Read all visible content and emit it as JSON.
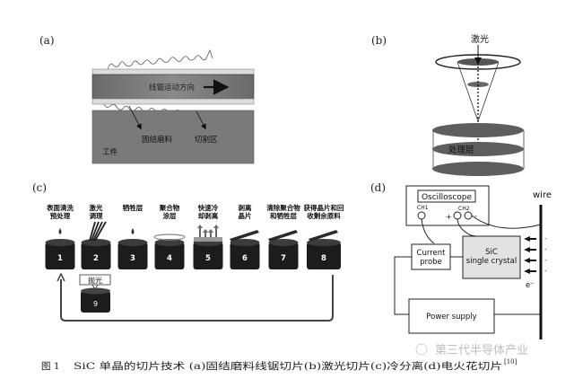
{
  "panels": {
    "a": {
      "label": "(a)",
      "wire_direction": "线锯运动方向",
      "abrasive": "固结磨料",
      "cut_zone": "切割区",
      "workpiece": "工件"
    },
    "b": {
      "label": "(b)",
      "laser": "激光",
      "processed_layer": "处理层"
    },
    "c": {
      "label": "(c)",
      "steps": [
        {
          "num": "1",
          "line1": "表面清洗",
          "line2": "预处理"
        },
        {
          "num": "2",
          "line1": "激光",
          "line2": "调理"
        },
        {
          "num": "3",
          "line1": "牺牲层",
          "line2": ""
        },
        {
          "num": "4",
          "line1": "聚合物",
          "line2": "涂层"
        },
        {
          "num": "5",
          "line1": "快速冷",
          "line2": "却剥离"
        },
        {
          "num": "6",
          "line1": "剥离",
          "line2": "晶片"
        },
        {
          "num": "7",
          "line1": "清除聚合物",
          "line2": "和牺牲层"
        },
        {
          "num": "8",
          "line1": "获得晶片和回",
          "line2": "收剩余原料"
        }
      ],
      "polish": {
        "num": "9",
        "label": "抛光"
      }
    },
    "d": {
      "label": "(d)",
      "oscilloscope": "Oscilloscope",
      "ch1": "CH1",
      "ch2": "CH2",
      "plus": "+",
      "minus": "-",
      "wire": "wire",
      "current_probe_1": "Current",
      "current_probe_2": "probe",
      "crystal_1": "SiC",
      "crystal_2": "single crystal",
      "electron": "e⁻",
      "charge_marks": [
        "-",
        "-",
        "-",
        "-"
      ],
      "power_supply": "Power supply"
    }
  },
  "caption": {
    "prefix": "图 1",
    "text": "SiC 单晶的切片技术 (a)固结磨料线锯切片(b)激光切片(c)冷分离(d)电火花切片",
    "ref": "[10]"
  },
  "watermark": "第三代半导体产业",
  "colors": {
    "dark_fill": "#1c1c1c",
    "gray_fill": "#6e6e6e",
    "light_gray": "#dcdcdc",
    "crystal_fill": "#e2e2e2"
  }
}
